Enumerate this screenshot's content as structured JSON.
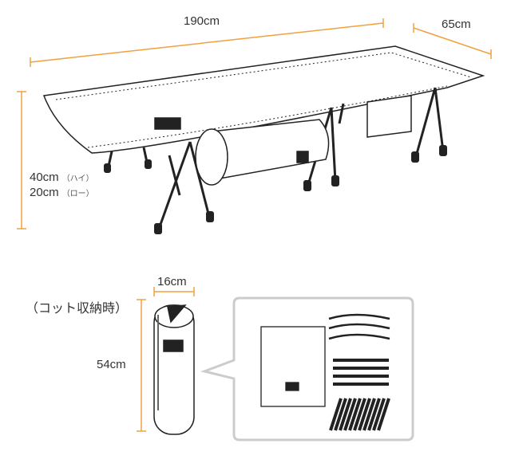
{
  "dimensions": {
    "length": "190cm",
    "width": "65cm",
    "height_high": "40cm",
    "height_high_note": "（ハイ）",
    "height_low": "20cm",
    "height_low_note": "（ロー）",
    "storage_title": "（コット収納時）",
    "storage_diameter": "16cm",
    "storage_length": "54cm"
  },
  "colors": {
    "dimension_line": "#f0a040",
    "callout_border": "#cccccc",
    "outline": "#222222"
  }
}
